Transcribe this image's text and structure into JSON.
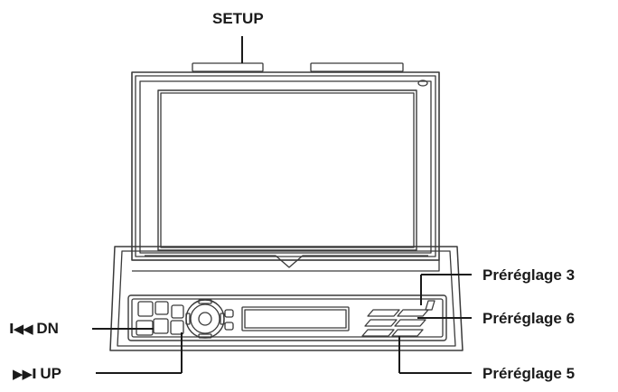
{
  "labels": {
    "setup": "SETUP",
    "preset3": "Préréglage 3",
    "preset6": "Préréglage 6",
    "preset5": "Préréglage 5",
    "dn": {
      "icon": "prev-track-icon",
      "glyph": "I◀◀",
      "text": "DN"
    },
    "up": {
      "icon": "next-track-icon",
      "glyph": "▶▶I",
      "text": "UP"
    }
  },
  "colors": {
    "line": "#1a1a1a",
    "outline": "#3a3a3a",
    "background": "#ffffff"
  }
}
